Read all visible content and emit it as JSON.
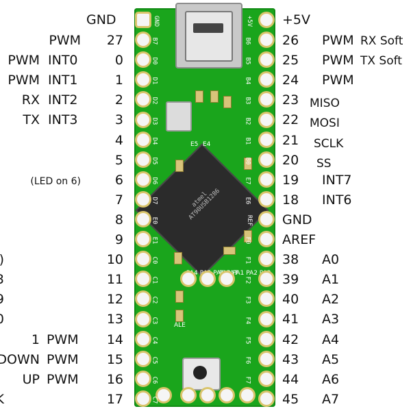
{
  "board": {
    "top_left_label": "GND",
    "top_right_label": "+5V"
  },
  "left_rows": [
    {
      "num": "27",
      "a": "PWM",
      "b": ""
    },
    {
      "num": "0",
      "a": "PWM",
      "b": "INT0"
    },
    {
      "num": "1",
      "a": "PWM",
      "b": "INT1"
    },
    {
      "num": "2",
      "a": "RX",
      "b": "INT2"
    },
    {
      "num": "3",
      "a": "TX",
      "b": "INT3"
    },
    {
      "num": "4",
      "a": "",
      "b": ""
    },
    {
      "num": "5",
      "a": "",
      "b": ""
    },
    {
      "num": "6",
      "a": "(LED on 6)",
      "b": ""
    },
    {
      "num": "7",
      "a": "",
      "b": ""
    },
    {
      "num": "8",
      "a": "",
      "b": ""
    },
    {
      "num": "9",
      "a": "",
      "b": ""
    },
    {
      "num": "10",
      "a": ")",
      "b": ""
    },
    {
      "num": "11",
      "a": "3",
      "b": ""
    },
    {
      "num": "12",
      "a": "9",
      "b": ""
    },
    {
      "num": "13",
      "a": "0",
      "b": ""
    },
    {
      "num": "14",
      "a": "1",
      "b": "PWM"
    },
    {
      "num": "15",
      "a": "DOWN",
      "b": "PWM"
    },
    {
      "num": "16",
      "a": "UP",
      "b": "PWM"
    },
    {
      "num": "17",
      "a": "OK",
      "b": ""
    }
  ],
  "right_rows": [
    {
      "num": "26",
      "a": "PWM",
      "b": "RX Soft"
    },
    {
      "num": "25",
      "a": "PWM",
      "b": "TX Soft"
    },
    {
      "num": "24",
      "a": "PWM",
      "b": ""
    },
    {
      "num": "23",
      "a": "MISO",
      "b": ""
    },
    {
      "num": "22",
      "a": "MOSI",
      "b": ""
    },
    {
      "num": "21",
      "a": "SCLK",
      "b": ""
    },
    {
      "num": "20",
      "a": "SS",
      "b": ""
    },
    {
      "num": "19",
      "a": "INT7",
      "b": ""
    },
    {
      "num": "18",
      "a": "INT6",
      "b": ""
    },
    {
      "num": "GND",
      "a": "",
      "b": ""
    },
    {
      "num": "AREF",
      "a": "",
      "b": ""
    },
    {
      "num": "38",
      "a": "A0",
      "b": ""
    },
    {
      "num": "39",
      "a": "A1",
      "b": ""
    },
    {
      "num": "40",
      "a": "A2",
      "b": ""
    },
    {
      "num": "41",
      "a": "A3",
      "b": ""
    },
    {
      "num": "42",
      "a": "A4",
      "b": ""
    },
    {
      "num": "43",
      "a": "A5",
      "b": ""
    },
    {
      "num": "44",
      "a": "A6",
      "b": ""
    },
    {
      "num": "45",
      "a": "A7",
      "b": ""
    }
  ],
  "silkscreen_left": [
    "GND",
    "B7",
    "D0",
    "D1",
    "D2",
    "D3",
    "D4",
    "D5",
    "D6",
    "D7",
    "E0",
    "E1",
    "C0",
    "C1",
    "C2",
    "C3",
    "C4",
    "C5",
    "C6",
    "C7"
  ],
  "silkscreen_right": [
    "+5V",
    "B6",
    "B5",
    "B4",
    "B3",
    "B2",
    "B1",
    "B0",
    "E7",
    "E6",
    "REF",
    "F0",
    "F1",
    "F2",
    "F3",
    "F4",
    "F5",
    "F6",
    "F7"
  ],
  "silkscreen_middle": {
    "e5": "E5",
    "e4": "E4",
    "pa_left": "PA4 PA5 PA6 PA7",
    "pa_right": "PA0 PA1 PA2 PA3",
    "ale": "ALE"
  },
  "chip": {
    "text": "atmel AT90USB1286"
  },
  "colors": {
    "pcb": "#1aa51c",
    "pad": "#f5f5f5",
    "text": "#111111"
  }
}
